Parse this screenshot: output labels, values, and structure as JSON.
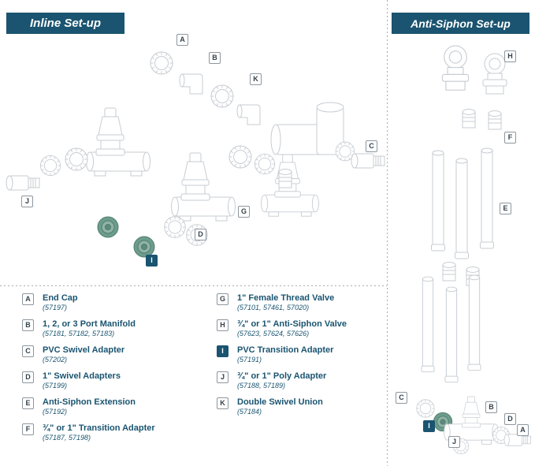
{
  "banners": {
    "inline": "Inline Set-up",
    "anti_siphon": "Anti-Siphon Set-up"
  },
  "legend": {
    "left_column": [
      {
        "letter": "A",
        "name": "End Cap",
        "part_numbers": "(57197)"
      },
      {
        "letter": "B",
        "name": "1, 2, or 3 Port Manifold",
        "part_numbers": "(57181, 57182, 57183)"
      },
      {
        "letter": "C",
        "name": "PVC Swivel Adapter",
        "part_numbers": "(57202)"
      },
      {
        "letter": "D",
        "name": "1\" Swivel Adapters",
        "part_numbers": "(57199)"
      },
      {
        "letter": "E",
        "name": "Anti-Siphon Extension",
        "part_numbers": "(57192)"
      },
      {
        "letter": "F",
        "name": "¾\" or 1\" Transition Adapter",
        "part_numbers": "(57187, 57198)"
      }
    ],
    "right_column": [
      {
        "letter": "G",
        "name": "1\" Female Thread Valve",
        "part_numbers": "(57101, 57461, 57020)"
      },
      {
        "letter": "H",
        "name": "¾\" or 1\" Anti-Siphon Valve",
        "part_numbers": "(57623, 57624, 57626)"
      },
      {
        "letter": "I",
        "name": "PVC Transition Adapter",
        "part_numbers": "(57191)"
      },
      {
        "letter": "J",
        "name": "¾\" or 1\" Poly Adapter",
        "part_numbers": "(57188, 57189)"
      },
      {
        "letter": "K",
        "name": "Double Swivel Union",
        "part_numbers": "(57184)"
      }
    ]
  },
  "diagram_labels": {
    "inline": [
      "A",
      "B",
      "K",
      "C",
      "J",
      "G",
      "D",
      "I"
    ],
    "anti_siphon": [
      "H",
      "F",
      "E",
      "C",
      "B",
      "D",
      "A",
      "I",
      "J"
    ]
  },
  "colors": {
    "banner_bg": "#1a5470",
    "legend_text": "#1a5470",
    "line_art": "#c7ccd2",
    "highlight_teal": "#6d9c8d",
    "badge_filled_bg": "#1a5470"
  }
}
